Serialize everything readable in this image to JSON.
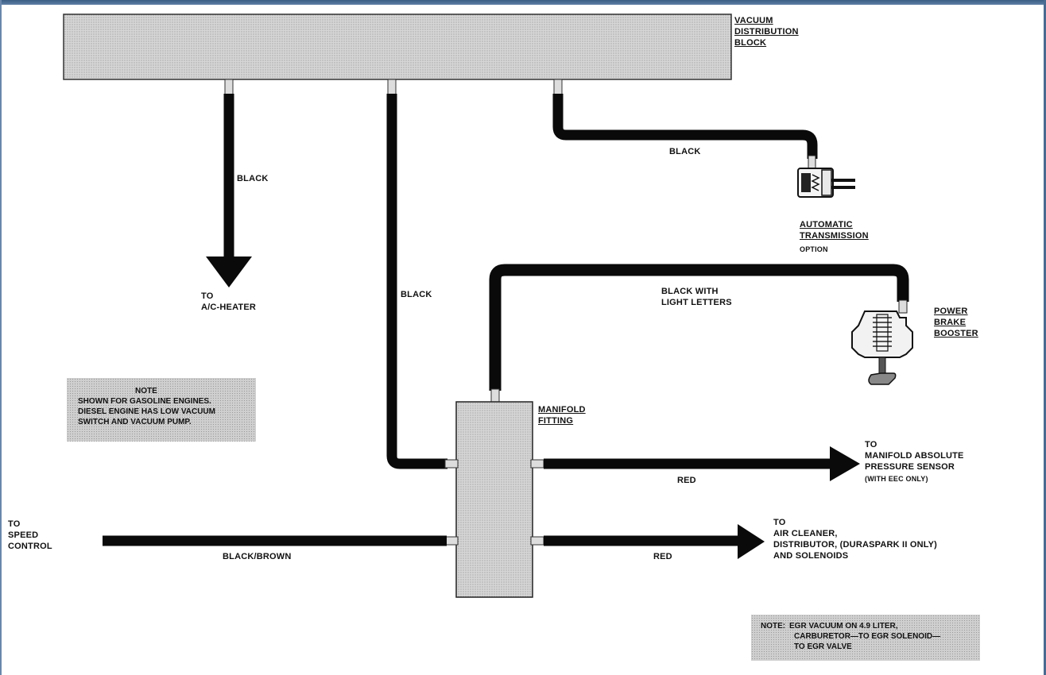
{
  "labels": {
    "block": [
      "VACUUM",
      "DISTRIBUTION",
      "BLOCK"
    ],
    "hose_ac": "BLACK",
    "to_ac": [
      "TO",
      "A/C-HEATER"
    ],
    "hose_middle": "BLACK",
    "hose_trans": "BLACK",
    "trans": [
      "AUTOMATIC",
      "TRANSMISSION"
    ],
    "trans_option": "OPTION",
    "hose_booster": [
      "BLACK WITH",
      "LIGHT LETTERS"
    ],
    "booster": [
      "POWER",
      "BRAKE",
      "BOOSTER"
    ],
    "manifold": [
      "MANIFOLD",
      "FITTING"
    ],
    "to_map": [
      "TO",
      "MANIFOLD ABSOLUTE",
      "PRESSURE SENSOR"
    ],
    "map_note": "(WITH EEC ONLY)",
    "hose_map": "RED",
    "to_speed": [
      "TO",
      "SPEED",
      "CONTROL"
    ],
    "hose_speed": "BLACK/BROWN",
    "hose_air": "RED",
    "to_air": [
      "TO",
      "AIR CLEANER,",
      "DISTRIBUTOR, (DURASPARK II ONLY)",
      "AND SOLENOIDS"
    ]
  },
  "note_gasoline": {
    "title": "NOTE",
    "lines": [
      "SHOWN FOR GASOLINE ENGINES.",
      "DIESEL ENGINE HAS LOW VACUUM",
      "SWITCH AND VACUUM PUMP."
    ]
  },
  "note_egr": {
    "prefix": "NOTE:",
    "lines": [
      "EGR VACUUM ON 4.9 LITER,",
      "CARBURETOR—TO EGR SOLENOID—",
      "TO EGR VALVE"
    ]
  },
  "colors": {
    "hose": "#0a0a0a",
    "fitting": "#d8d8d8"
  }
}
